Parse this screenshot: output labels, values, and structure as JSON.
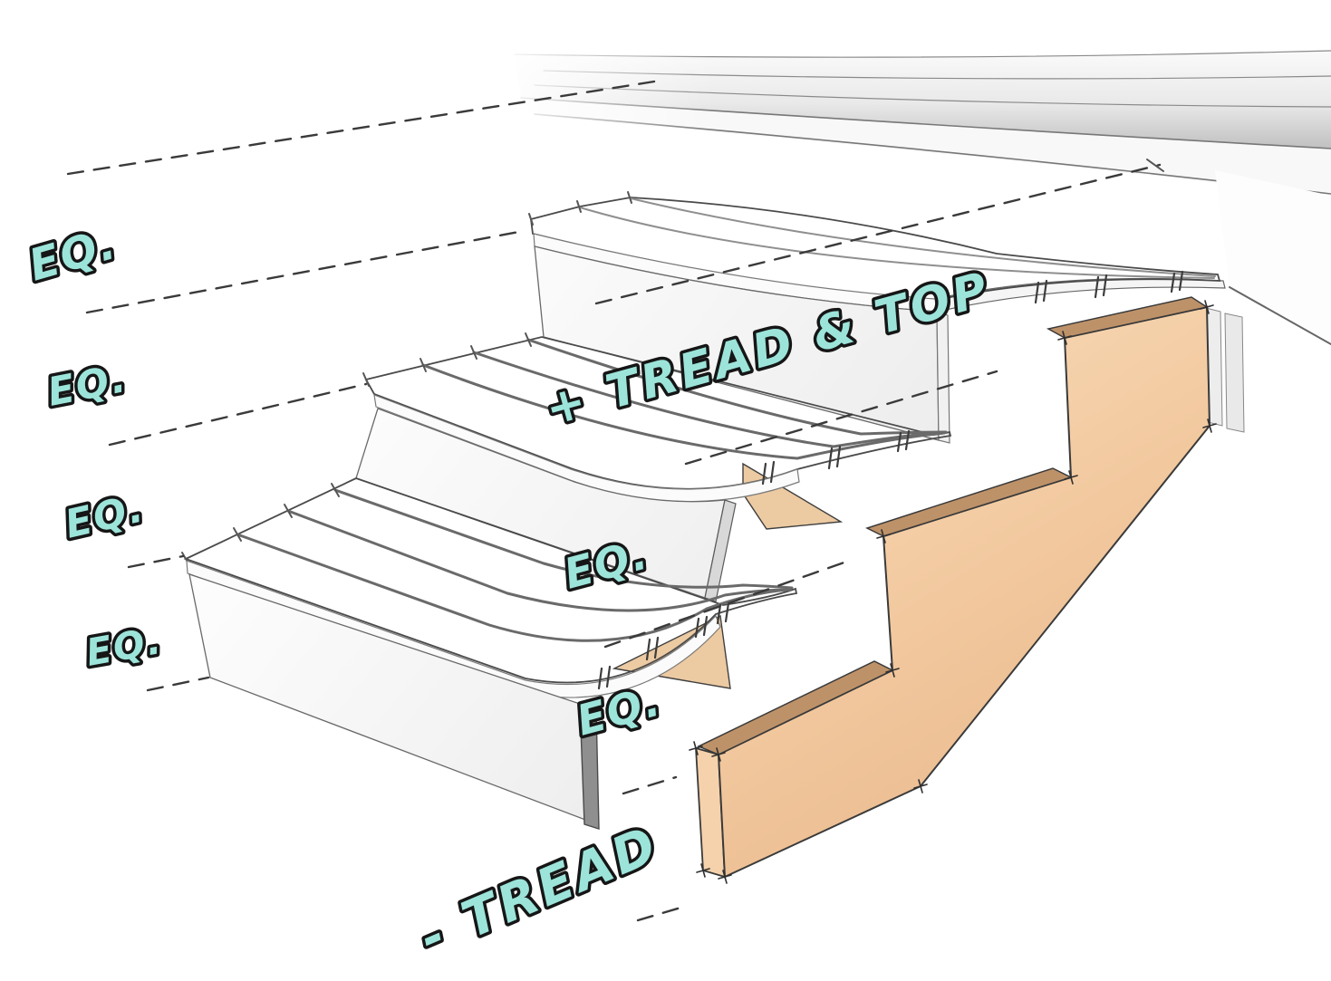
{
  "annotations": {
    "eq_left": [
      "EQ.",
      "EQ.",
      "EQ.",
      "EQ."
    ],
    "eq_right": [
      "EQ.",
      "EQ."
    ],
    "top_note": "+ TREAD & TOP",
    "bottom_note": "- TREAD"
  },
  "colors": {
    "annotation_fill": "#9CE4DA",
    "annotation_outline": "#161616",
    "stringer_face_light": "#F8DCBA",
    "stringer_face_dark": "#E8B68A",
    "stringer_edge_band": "#BE9269",
    "tread_light": "#EDEDED",
    "tread_dark": "#969696",
    "dashed_line": "#3A3A3A"
  }
}
